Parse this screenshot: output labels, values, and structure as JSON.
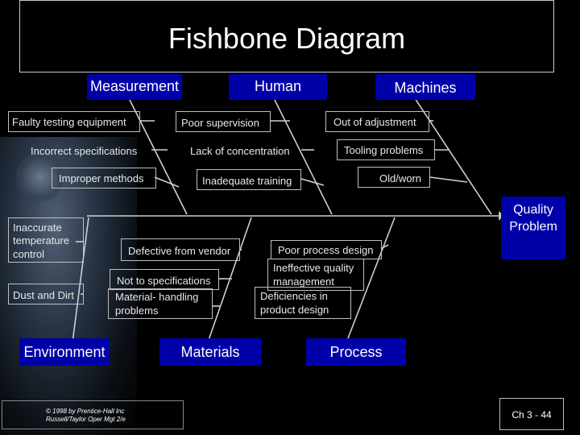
{
  "title": "Fishbone Diagram",
  "effect": "Quality Problem",
  "categories": {
    "measurement": "Measurement",
    "human": "Human",
    "machines": "Machines",
    "environment": "Environment",
    "materials": "Materials",
    "process": "Process"
  },
  "causes": {
    "measurement": [
      "Faulty testing equipment",
      "Incorrect specifications",
      "Improper methods"
    ],
    "human": [
      "Poor supervision",
      "Lack of concentration",
      "Inadequate training"
    ],
    "machines": [
      "Out of adjustment",
      "Tooling problems",
      "Old/worn"
    ],
    "environment": [
      "Inaccurate temperature control",
      "Dust and Dirt"
    ],
    "materials": [
      "Defective from vendor",
      "Not to specifications",
      "Material- handling problems"
    ],
    "process": [
      "Poor process design",
      "Ineffective quality management",
      "Deficiencies in product design"
    ]
  },
  "footer": {
    "copyright": "© 1998 by Prentice-Hall Inc Russell/Taylor Oper Mgt 2/e",
    "page": "Ch 3 - 44"
  },
  "colors": {
    "background": "#000000",
    "category_fill": "#0000a8",
    "line": "#c8c8c8",
    "text": "#ffffff"
  }
}
